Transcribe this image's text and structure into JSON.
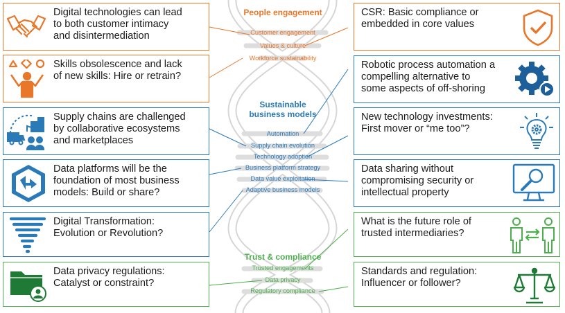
{
  "helix": {
    "people_heading": "People engagement",
    "people_items": [
      "Customer engagement",
      "Values & culture",
      "Workforce sustainability"
    ],
    "sustainable_heading": "Sustainable\nbusiness models",
    "sustainable_items": [
      "Automation",
      "Supply chain evolution",
      "Technology adoption",
      "Business platform strategy",
      "Data value exploitation",
      "Adaptive business models"
    ],
    "trust_heading": "Trust & compliance",
    "trust_items": [
      "Trusted engagements",
      "Data privacy",
      "Regulatory compliance"
    ]
  },
  "left_boxes": [
    {
      "text": "Digital technologies can lead\nto both customer intimacy\nand disintermediation",
      "icon": "handshake-icon"
    },
    {
      "text": "Skills obsolescence and lack\nof new skills: Hire or retrain?",
      "icon": "juggling-person-icon"
    },
    {
      "text": "Supply chains are challenged\nby collaborative ecosystems\nand marketplaces",
      "icon": "supply-chain-icon"
    },
    {
      "text": "Data platforms will be the\nfoundation of most business\nmodels: Build or share?",
      "icon": "data-platform-cube-icon"
    },
    {
      "text": "Digital Transformation:\nEvolution or Revolution?",
      "icon": "tornado-icon"
    },
    {
      "text": "Data privacy regulations:\nCatalyst or constraint?",
      "icon": "folder-user-icon"
    }
  ],
  "right_boxes": [
    {
      "text": "CSR: Basic compliance or\nembedded in core values",
      "icon": "shield-check-icon"
    },
    {
      "text": "Robotic process automation a\ncompelling alternative to\nsome aspects of off-shoring",
      "icon": "gear-play-icon"
    },
    {
      "text": "New technology investments:\nFirst mover or “me too”?",
      "icon": "lightbulb-gear-icon"
    },
    {
      "text": "Data sharing without\ncompromising security or\nintellectual property",
      "icon": "monitor-magnifier-icon"
    },
    {
      "text": "What is the future role of\ntrusted intermediaries?",
      "icon": "people-exchange-icon"
    },
    {
      "text": "Standards and regulation:\nInfluencer or follower?",
      "icon": "scales-icon"
    }
  ],
  "colors": {
    "orange": "#e8772a",
    "blue": "#2a7ab8",
    "green": "#4cae4c",
    "helix_grey": "#d4d4d4"
  }
}
